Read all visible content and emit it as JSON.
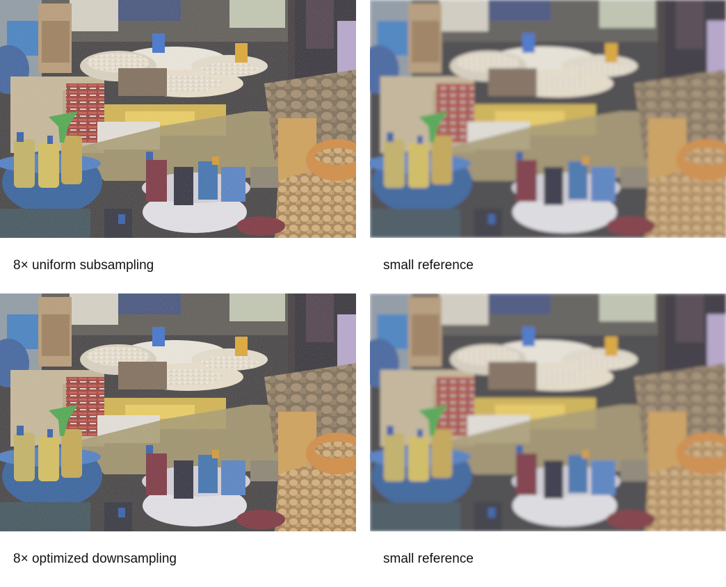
{
  "figure": {
    "panels": [
      {
        "caption": "8× uniform subsampling",
        "kind": "detailed"
      },
      {
        "caption": "small reference",
        "kind": "smooth"
      },
      {
        "caption": "8× optimized downsampling",
        "kind": "detailed"
      },
      {
        "caption": "small reference",
        "kind": "smooth"
      }
    ]
  }
}
